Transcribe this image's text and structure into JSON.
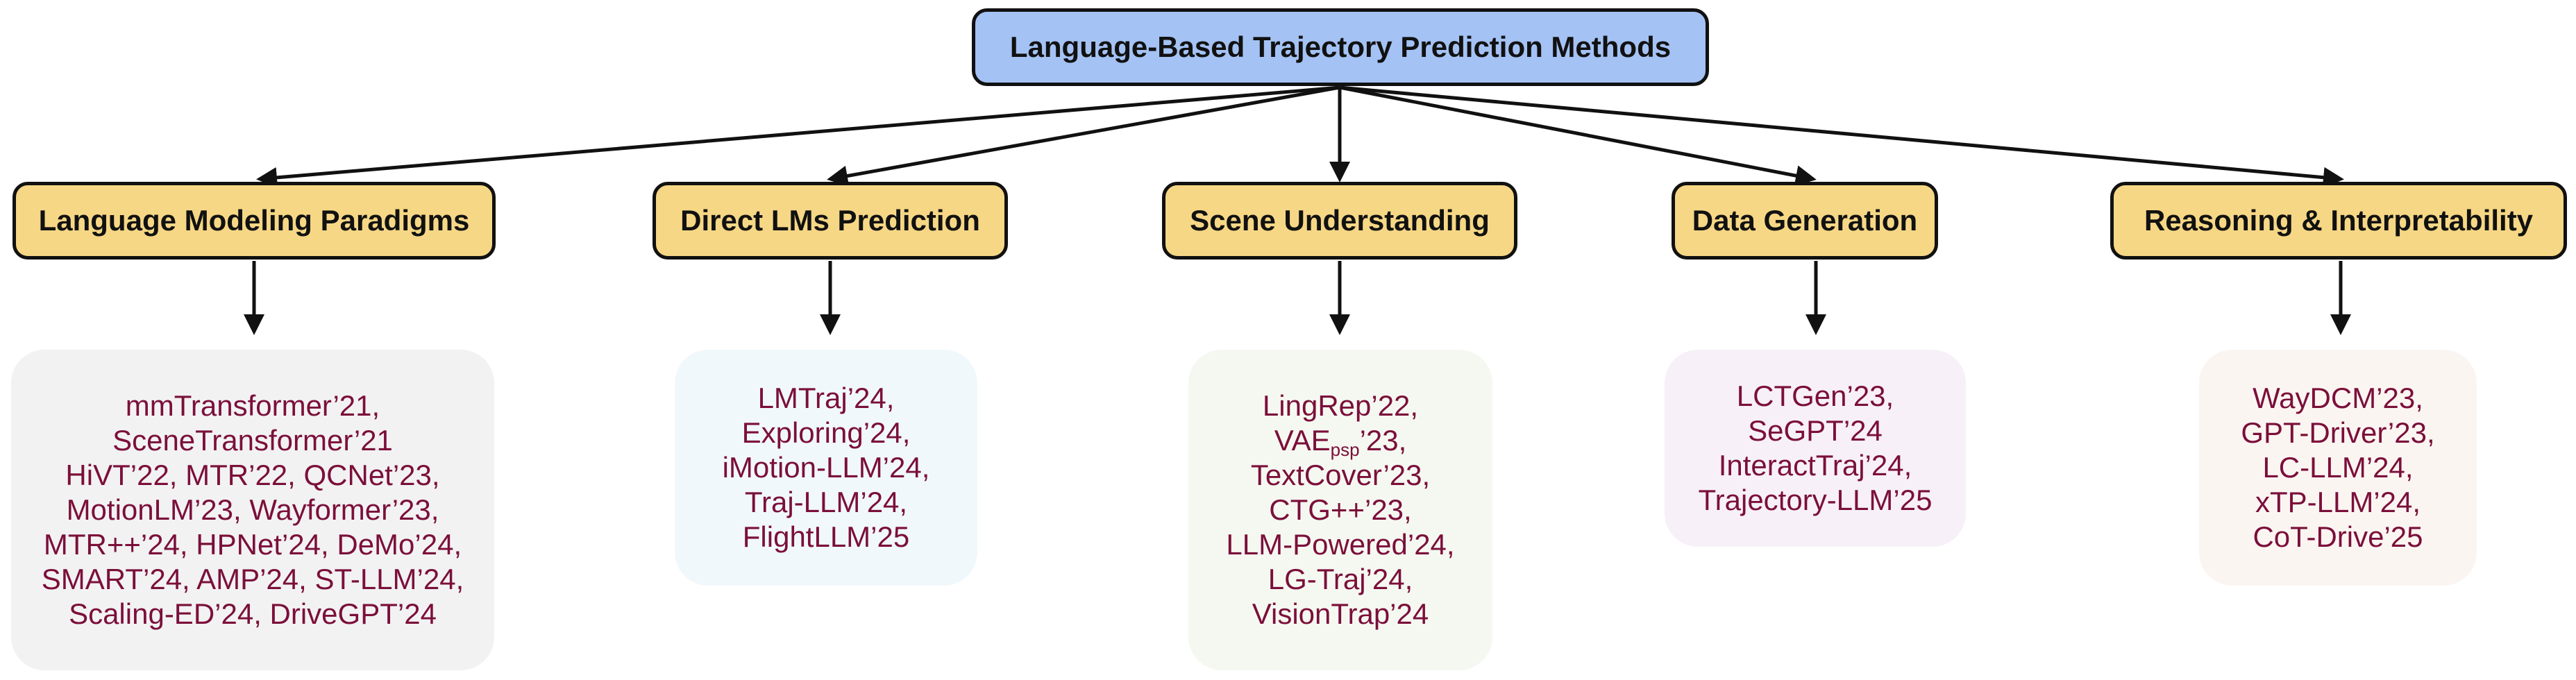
{
  "root": {
    "label": "Language-Based Trajectory Prediction Methods",
    "color": "#a4c2f4"
  },
  "category_color": "#f6d785",
  "text_color": "#7b0f3a",
  "categories": [
    {
      "label": "Language Modeling Paradigms",
      "box_color": "#f2f2f2",
      "items": [
        "mmTransformer’21,",
        "SceneTransformer’21",
        "HiVT’22, MTR’22, QCNet’23,",
        "MotionLM’23, Wayformer’23,",
        "MTR++’24, HPNet’24, DeMo’24,",
        "SMART’24, AMP’24, ST-LLM’24,",
        "Scaling-ED’24, DriveGPT’24"
      ]
    },
    {
      "label": "Direct LMs Prediction",
      "box_color": "#f1f8fc",
      "items": [
        "LMTraj’24,",
        "Exploring’24,",
        "iMotion-LLM’24,",
        "Traj-LLM’24,",
        "FlightLLM’25"
      ]
    },
    {
      "label": "Scene Understanding",
      "box_color": "#f5f8f1",
      "items": [
        "LingRep’22,",
        {
          "base": "VAE",
          "sub": "psp",
          "suffix": "’23,"
        },
        "TextCover’23,",
        "CTG++’23,",
        "LLM-Powered’24,",
        "LG-Traj’24,",
        "VisionTrap’24"
      ]
    },
    {
      "label": "Data Generation",
      "box_color": "#f7f0f8",
      "items": [
        "LCTGen’23,",
        "SeGPT’24",
        "InteractTraj’24,",
        "Trajectory-LLM’25"
      ]
    },
    {
      "label": "Reasoning & Interpretability",
      "box_color": "#fbf5f2",
      "items": [
        "WayDCM’23,",
        "GPT-Driver’23,",
        "LC-LLM’24,",
        "xTP-LLM’24,",
        "CoT-Drive’25"
      ]
    }
  ]
}
